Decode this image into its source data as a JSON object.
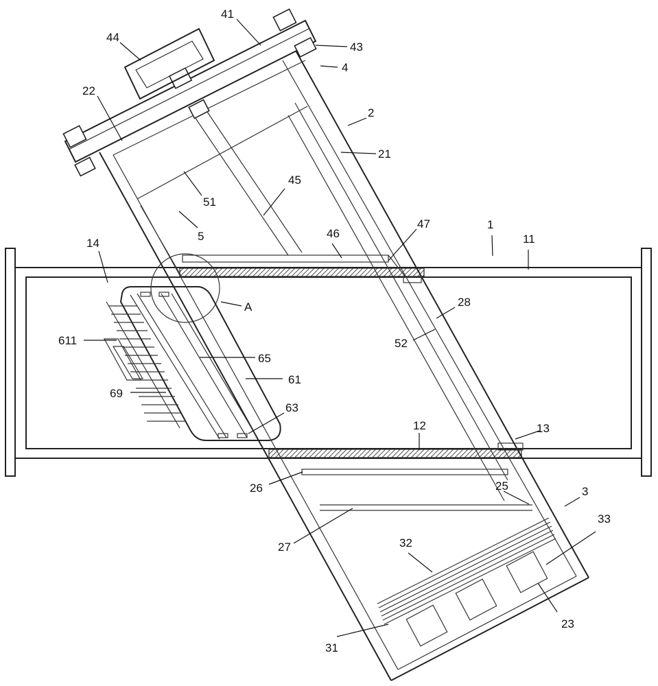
{
  "labels": {
    "l41": "41",
    "l44": "44",
    "l43": "43",
    "l4": "4",
    "l22": "22",
    "l2": "2",
    "l21": "21",
    "l45": "45",
    "l51": "51",
    "l5": "5",
    "l1": "1",
    "l11": "11",
    "l47": "47",
    "l46": "46",
    "l14": "14",
    "lA": "A",
    "l28": "28",
    "l52": "52",
    "l611": "611",
    "l65": "65",
    "l61": "61",
    "l69": "69",
    "l63": "63",
    "l12": "12",
    "l13": "13",
    "l26": "26",
    "l25": "25",
    "l3": "3",
    "l33": "33",
    "l27": "27",
    "l32": "32",
    "l23": "23",
    "l31": "31"
  },
  "colors": {
    "line": "#222222",
    "background": "#ffffff"
  }
}
